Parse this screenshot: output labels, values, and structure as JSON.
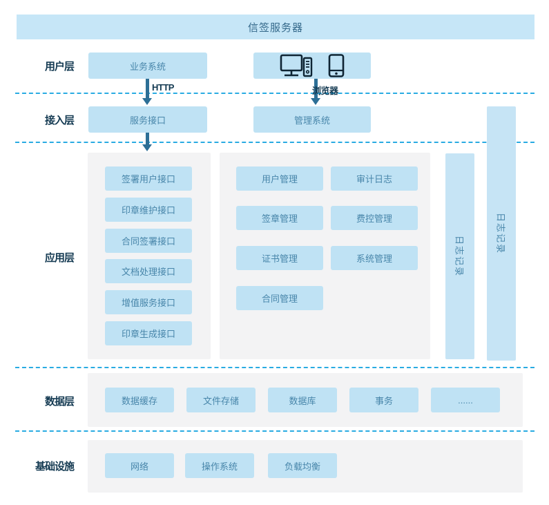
{
  "title": "信签服务器",
  "layers": {
    "user": {
      "label": "用户层"
    },
    "access": {
      "label": "接入层"
    },
    "app": {
      "label": "应用层"
    },
    "data": {
      "label": "数据层"
    },
    "infra": {
      "label": "基础设施"
    }
  },
  "user_layer": {
    "business_system": "业务系统",
    "http_label": "HTTP",
    "browser_label": "浏览器",
    "device_icons": [
      "desktop-computer-icon",
      "smartphone-icon"
    ]
  },
  "access_layer": {
    "service_api": "服务接口",
    "management_system": "管理系统"
  },
  "app_layer": {
    "interface_boxes": [
      "签署用户接口",
      "印章维护接口",
      "合同签署接口",
      "文档处理接口",
      "增值服务接口",
      "印章生成接口"
    ],
    "mgmt_left": [
      "用户管理",
      "签章管理",
      "证书管理",
      "合同管理"
    ],
    "mgmt_right": [
      "审计日志",
      "费控管理",
      "系统管理"
    ],
    "log_bar_inner": "日志记录",
    "log_bar_outer": "日志记录"
  },
  "data_layer": {
    "boxes": [
      "数据缓存",
      "文件存储",
      "数据库",
      "事务",
      "......"
    ]
  },
  "infra_layer": {
    "boxes": [
      "网络",
      "操作系统",
      "负载均衡"
    ]
  },
  "colors": {
    "box_fill": "#bfe2f4",
    "banner_fill": "#c6e6f7",
    "panel_fill": "#f3f3f4",
    "divider_blue": "#29abe2",
    "arrow_blue": "#2d6f96",
    "box_text": "#4886aa",
    "label_dark": "#143a52"
  }
}
